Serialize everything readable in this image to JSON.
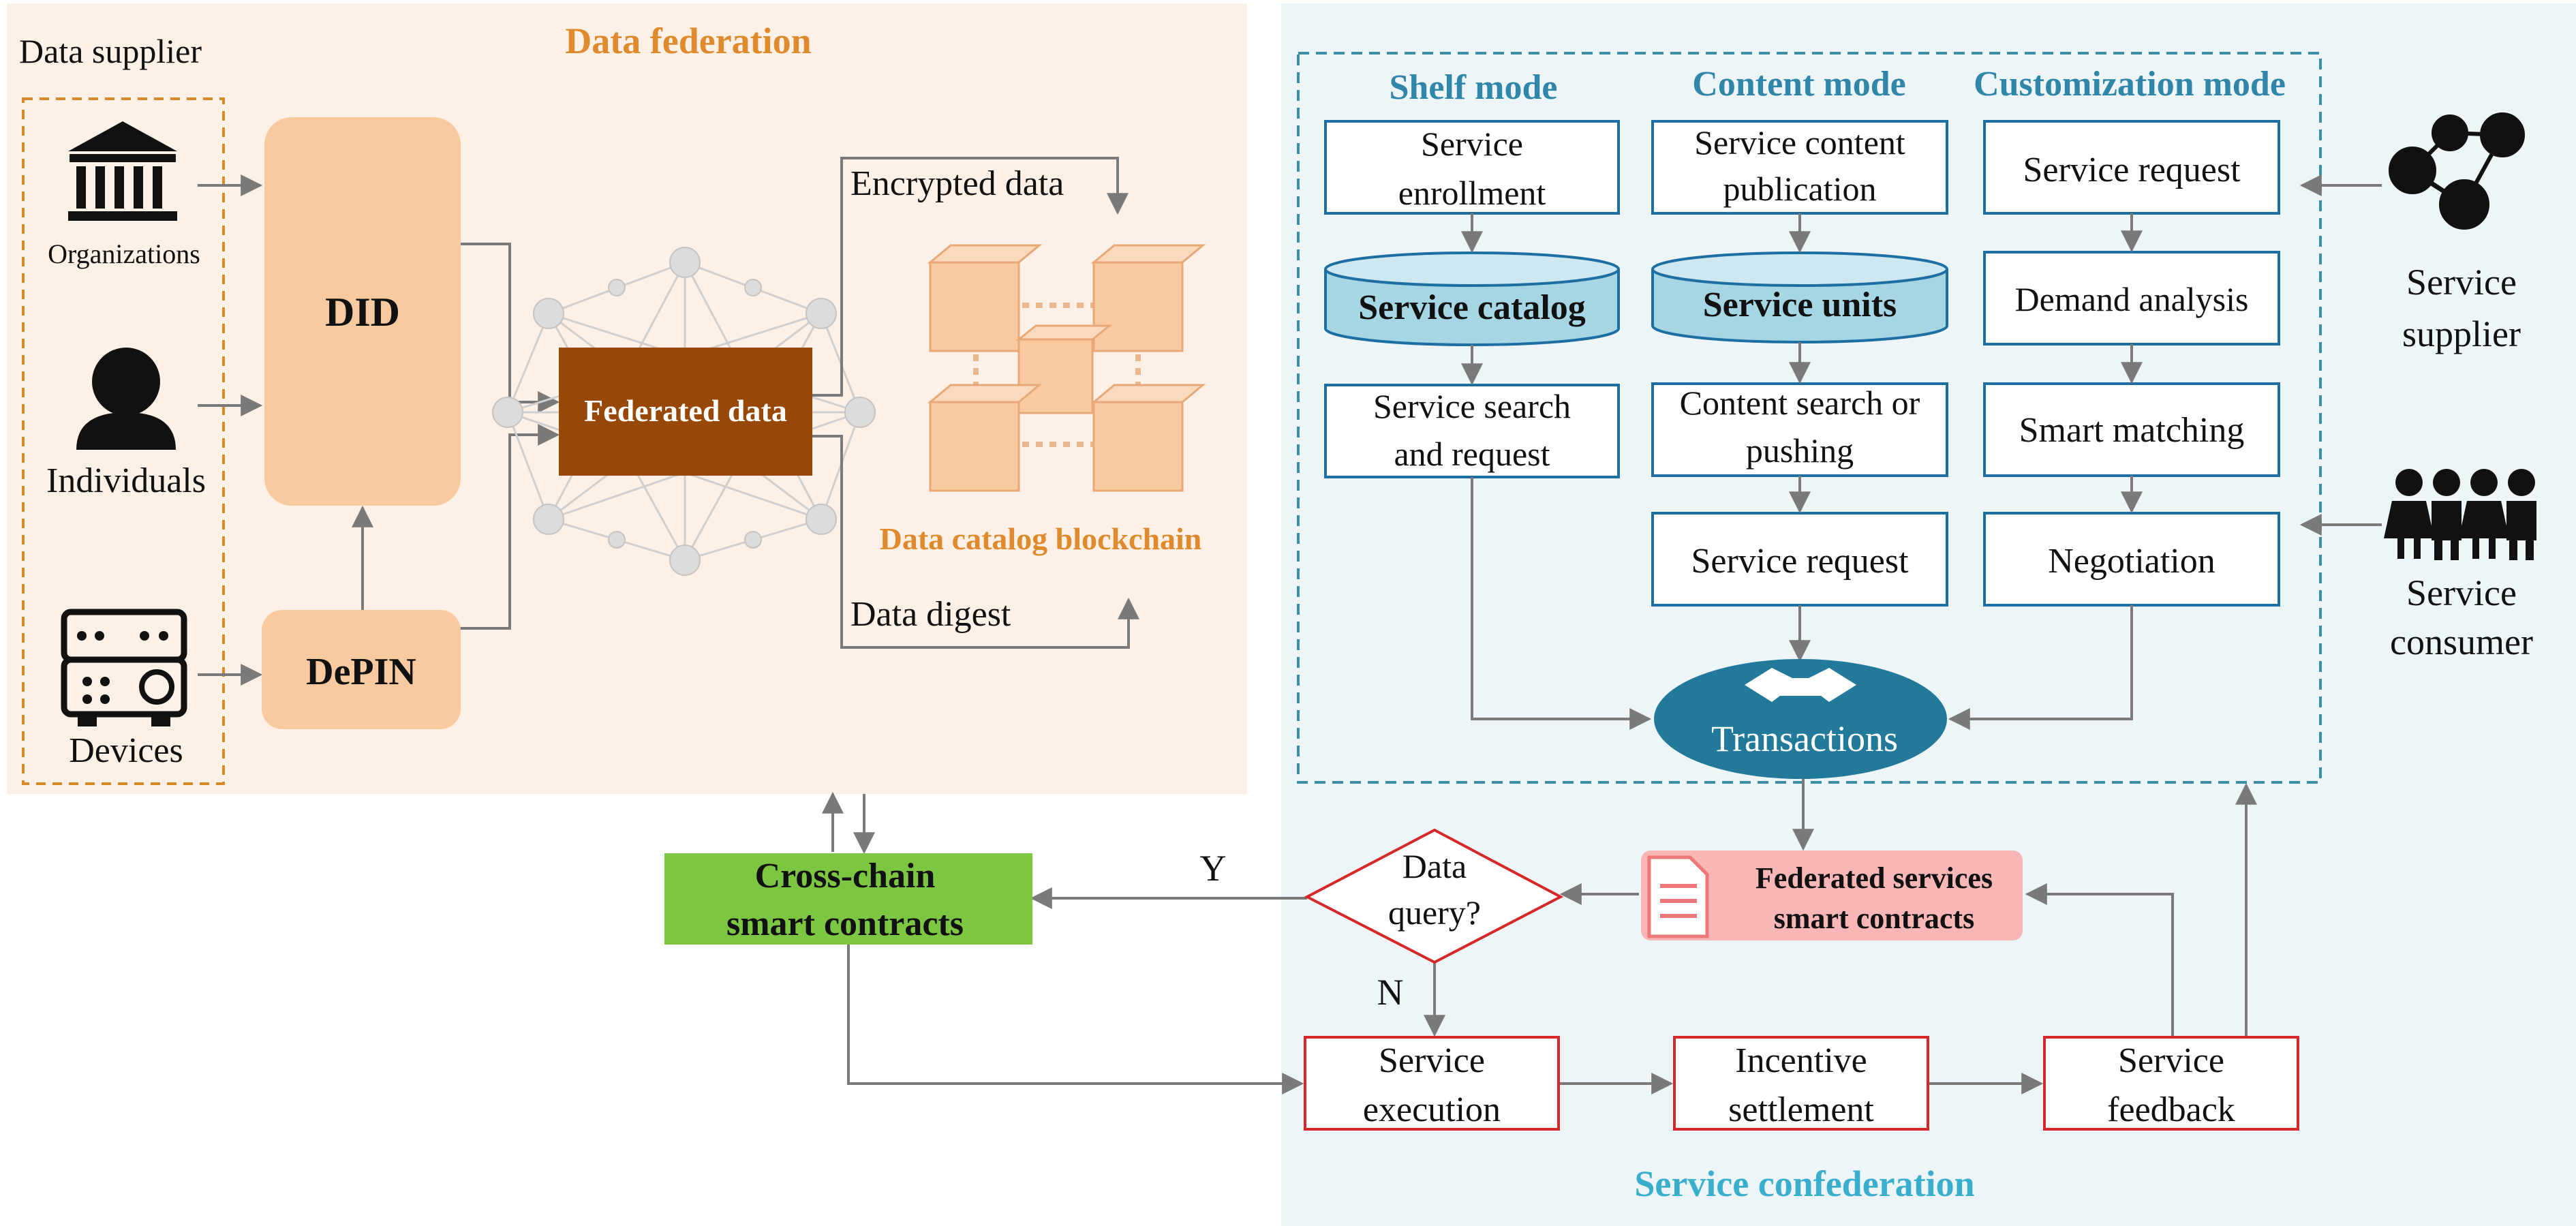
{
  "data_federation": {
    "title": "Data federation",
    "supplier_label": "Data supplier",
    "sources": {
      "organizations": "Organizations",
      "individuals": "Individuals",
      "devices": "Devices"
    },
    "did": "DID",
    "depin": "DePIN",
    "federated_data": "Federated data",
    "encrypted_data": "Encrypted data",
    "data_digest": "Data digest",
    "blockchain": "Data catalog blockchain"
  },
  "service_confederation": {
    "title": "Service confederation",
    "modes": {
      "shelf": {
        "title": "Shelf mode",
        "enrollment": [
          "Service",
          "enrollment"
        ],
        "catalog": "Service catalog",
        "search": [
          "Service search",
          "and request"
        ]
      },
      "content": {
        "title": "Content mode",
        "publication": [
          "Service content",
          "publication"
        ],
        "units": "Service units",
        "search": [
          "Content search or",
          "pushing"
        ],
        "request": "Service request"
      },
      "customization": {
        "title": "Customization mode",
        "request": "Service request",
        "analysis": "Demand analysis",
        "matching": "Smart matching",
        "negotiation": "Negotiation"
      }
    },
    "supplier": [
      "Service",
      "supplier"
    ],
    "consumer": [
      "Service",
      "consumer"
    ],
    "transactions": "Transactions",
    "fed_contracts": [
      "Federated services",
      "smart contracts"
    ],
    "data_query": [
      "Data",
      "query?"
    ],
    "yes": "Y",
    "no": "N",
    "cross_chain": [
      "Cross-chain",
      "smart contracts"
    ],
    "execution": [
      "Service",
      "execution"
    ],
    "settlement": [
      "Incentive",
      "settlement"
    ],
    "feedback": [
      "Service",
      "feedback"
    ]
  },
  "colors": {
    "federation_bg": "#fdf0e6",
    "confederation_bg": "#eef5f9",
    "orange_title": "#e08a2e",
    "blue_title": "#2f86a8",
    "teal_text": "#3aaecd",
    "node_fill": "#f9caa0",
    "federated_fill": "#974806",
    "box_border": "#1d6fa3",
    "db_fill": "#a6d6e4",
    "transaction_fill": "#23799a",
    "red_border": "#d62828",
    "green_fill": "#7cc642",
    "pink_fill": "#f8b6b6"
  }
}
